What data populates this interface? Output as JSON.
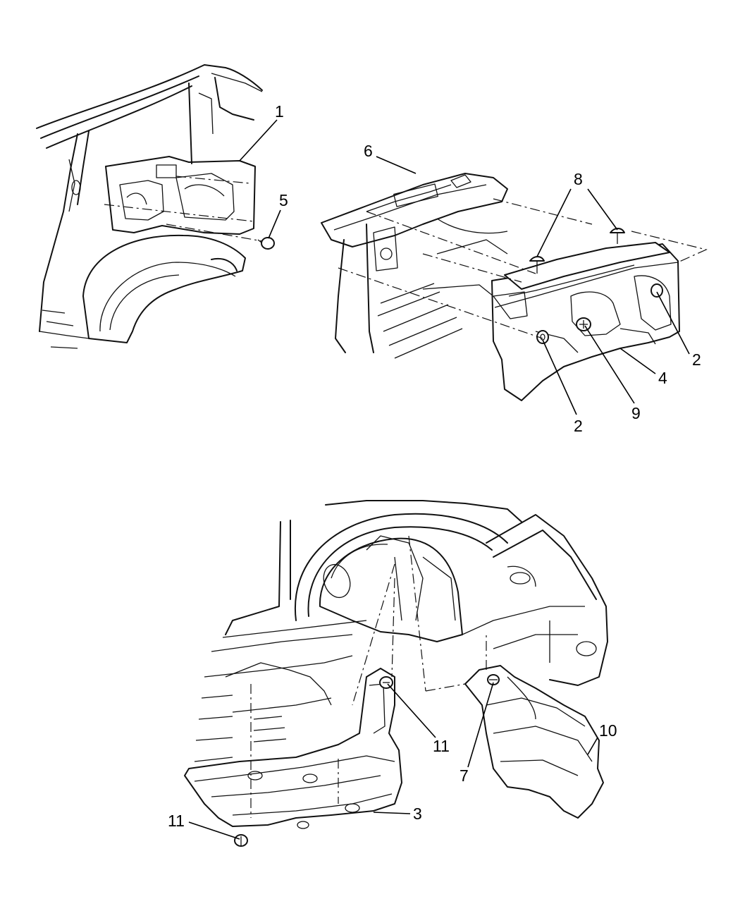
{
  "callouts": [
    {
      "id": "c1",
      "text": "1"
    },
    {
      "id": "c5",
      "text": "5"
    },
    {
      "id": "c6",
      "text": "6"
    },
    {
      "id": "c8",
      "text": "8"
    },
    {
      "id": "c2a",
      "text": "2"
    },
    {
      "id": "c4",
      "text": "4"
    },
    {
      "id": "c9",
      "text": "9"
    },
    {
      "id": "c2b",
      "text": "2"
    },
    {
      "id": "c11a",
      "text": "11"
    },
    {
      "id": "c10",
      "text": "10"
    },
    {
      "id": "c7",
      "text": "7"
    },
    {
      "id": "c3",
      "text": "3"
    },
    {
      "id": "c11b",
      "text": "11"
    }
  ]
}
